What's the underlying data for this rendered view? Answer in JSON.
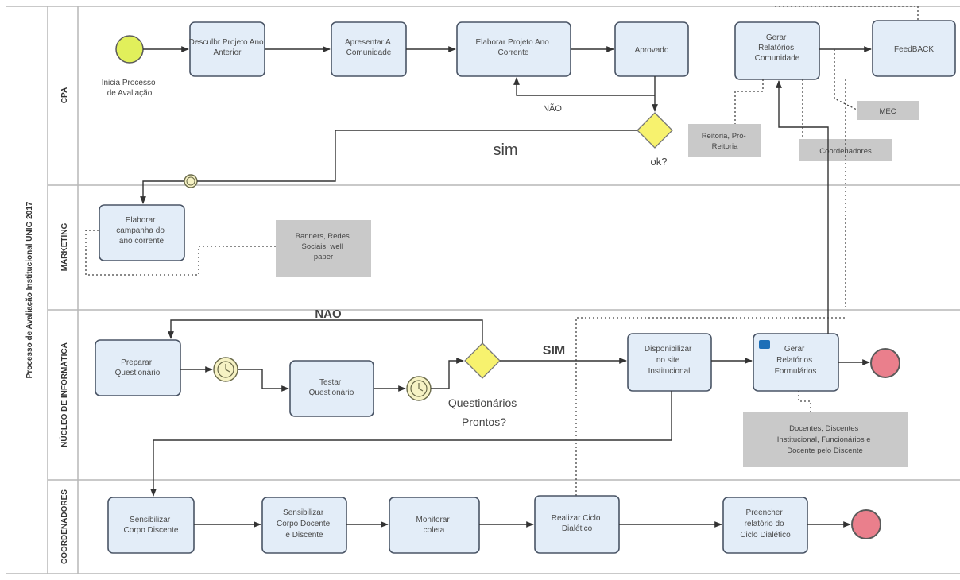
{
  "pool_title": "Processo de Avaliação Institucional UNIG 2017",
  "lanes": [
    "CPA",
    "MARKETING",
    "NÚCLEO DE INFORMÁTICA",
    "COORDENADORES"
  ],
  "tasks": {
    "descobrir": [
      "Desculbr Projeto Ano",
      "Anterior"
    ],
    "apresentar": [
      "Apresentar A",
      "Comunidade"
    ],
    "elaborar_projeto": [
      "Elaborar Projeto  Ano",
      "Corrente"
    ],
    "aprovado": [
      "Aprovado"
    ],
    "gerar_rel_comunidade": [
      "Gerar",
      "Relatórios",
      "Comunidade"
    ],
    "feedback": [
      "FeedBACK"
    ],
    "campanha": [
      "Elaborar",
      "campanha do",
      "ano corrente"
    ],
    "preparar": [
      "Preparar",
      "Questionário"
    ],
    "testar": [
      "Testar",
      "Questionário"
    ],
    "disponibilizar": [
      "Disponibilizar",
      "no site",
      "Institucional"
    ],
    "gerar_rel_formularios": [
      "Gerar",
      "Relatórios",
      "Formulários"
    ],
    "sens_docente": [
      "Sensibilizar",
      "Corpo Discente"
    ],
    "sens_docente_discente": [
      "Sensibilizar",
      "Corpo Docente",
      "e Discente"
    ],
    "monitorar": [
      "Monitorar",
      "coleta"
    ],
    "realizar_ciclo": [
      "Realizar Ciclo",
      "Dialético"
    ],
    "preencher": [
      "Preencher",
      "relatório do",
      "Ciclo Dialético"
    ]
  },
  "notes": {
    "mec": [
      "MEC"
    ],
    "reitoria": [
      "Reitoria, Pró-",
      "Reitoria"
    ],
    "coordenadores": [
      "Coordenadores"
    ],
    "banners": [
      "Banners, Redes",
      "Sociais, well",
      "paper"
    ],
    "docentes": [
      "Docentes, Discentes",
      "Institucional, Funcionários e",
      "Docente pelo Discente"
    ]
  },
  "labels": {
    "inicio": [
      "Inicia Processo",
      "de Avaliação"
    ],
    "nao_cpa": "NÃO",
    "sim_cpa": "sim",
    "ok": "ok?",
    "nao_ni": "NAO",
    "sim_ni": "SIM",
    "questionarios": [
      "Questionários",
      "Prontos?"
    ]
  },
  "colors": {
    "task_fill": "#e3edf8",
    "start_event": "#e1ef5b",
    "end_event": "#ea7f8c",
    "gateway": "#f7f26e",
    "annotation": "#c9c9c9"
  }
}
